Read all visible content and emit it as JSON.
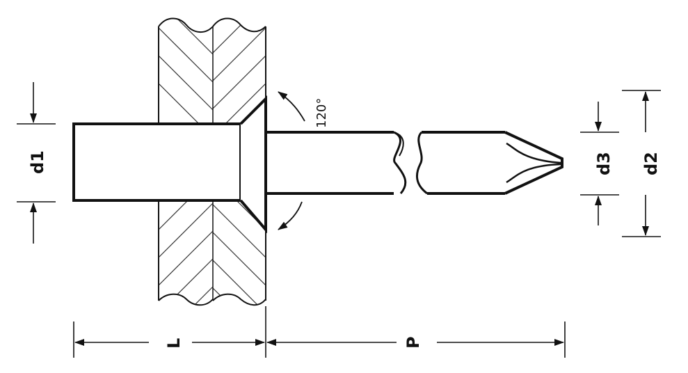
{
  "diagram": {
    "labels": {
      "d1": "d1",
      "d2": "d2",
      "d3": "d3",
      "L": "L",
      "P": "P",
      "angle": "120°"
    }
  }
}
